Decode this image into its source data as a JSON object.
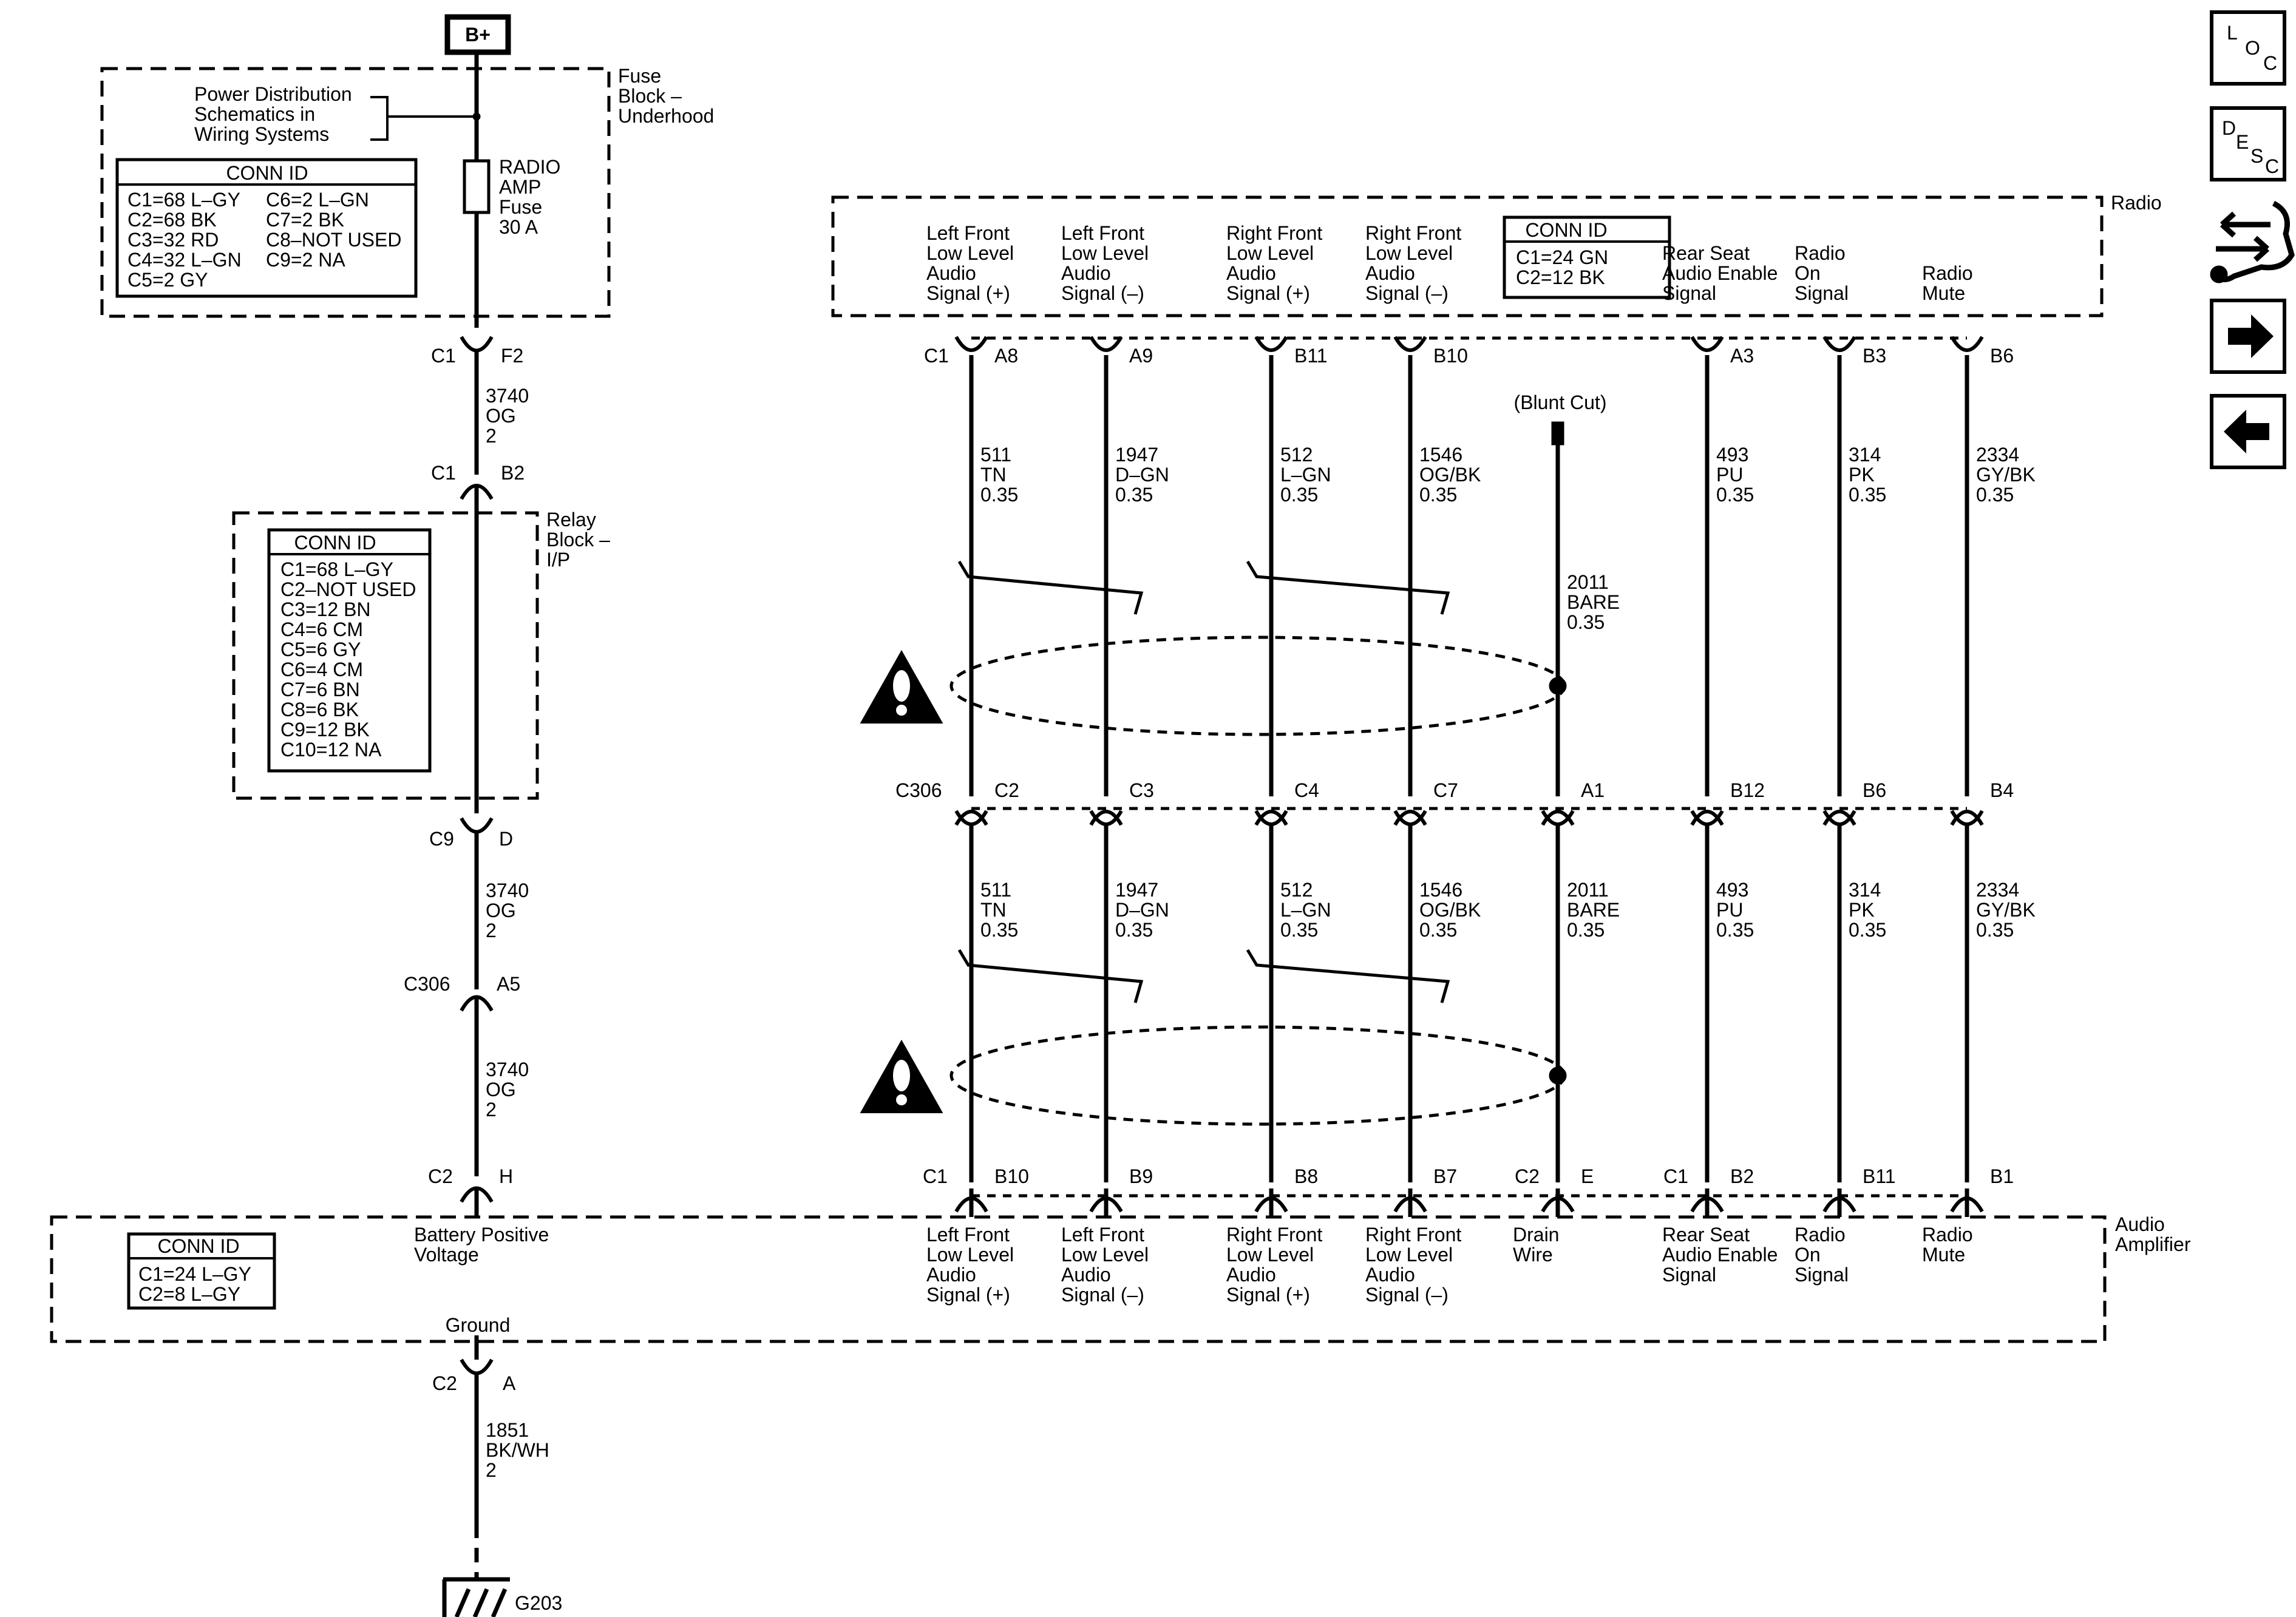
{
  "battery": {
    "label": "B+"
  },
  "fuse_block": {
    "name_lines": [
      "Fuse",
      "Block –",
      "Underhood"
    ],
    "power_ref_lines": [
      "Power Distribution",
      "Schematics in",
      "Wiring Systems"
    ],
    "fuse_lines": [
      "RADIO",
      "AMP",
      "Fuse",
      "30 A"
    ],
    "conn_title": "CONN ID",
    "conn_left": [
      "C1=68 L–GY",
      "C2=68 BK",
      "C3=32 RD",
      "C4=32 L–GN",
      "C5=2 GY"
    ],
    "conn_right": [
      "C6=2 L–GN",
      "C7=2 BK",
      "C8–NOT USED",
      "C9=2 NA"
    ]
  },
  "relay_block": {
    "name_lines": [
      "Relay",
      "Block –",
      "I/P"
    ],
    "conn_title": "CONN ID",
    "conn_lines": [
      "C1=68 L–GY",
      "C2–NOT USED",
      "C3=12 BN",
      "C4=6 CM",
      "C5=6 GY",
      "C6=4 CM",
      "C7=6 BN",
      "C8=6 BK",
      "C9=12 BK",
      "C10=12 NA"
    ]
  },
  "power_circuit": {
    "conn_fb_c": "C1",
    "conn_fb_pin": "F2",
    "wire_1": [
      "3740",
      "OG",
      "2"
    ],
    "conn_rb_in_c": "C1",
    "conn_rb_in_pin": "B2",
    "conn_rb_out_c": "C9",
    "conn_rb_out_pin": "D",
    "wire_2": [
      "3740",
      "OG",
      "2"
    ],
    "conn_c306": "C306",
    "conn_c306_pin": "A5",
    "wire_3": [
      "3740",
      "OG",
      "2"
    ],
    "conn_amp_c": "C2",
    "conn_amp_pin": "H",
    "amp_label_lines": [
      "Battery Positive",
      "Voltage"
    ],
    "ground_label": "Ground",
    "conn_gnd_c": "C2",
    "conn_gnd_pin": "A",
    "wire_gnd": [
      "1851",
      "BK/WH",
      "2"
    ],
    "ground_ref": "G203"
  },
  "radio": {
    "name": "Radio",
    "conn_title": "CONN ID",
    "conn_lines": [
      "C1=24 GN",
      "C2=12 BK"
    ],
    "conn_c1": "C1"
  },
  "amplifier": {
    "name_lines": [
      "Audio",
      "Amplifier"
    ],
    "conn_title": "CONN ID",
    "conn_lines": [
      "C1=24 L–GY",
      "C2=8 L–GY"
    ],
    "conn_c1_label": "C1",
    "conn_c2_label": "C2",
    "conn_c1b_label": "C1"
  },
  "inline": {
    "c306": "C306"
  },
  "blunt_cut": "(Blunt Cut)",
  "circuits": [
    {
      "radio_label": [
        "Left Front",
        "Low Level",
        "Audio",
        "Signal (+)"
      ],
      "radio_pin": "A8",
      "wire_top": [
        "511",
        "TN",
        "0.35"
      ],
      "c306_pin": "C2",
      "wire_bot": [
        "511",
        "TN",
        "0.35"
      ],
      "amp_pin": "B10",
      "amp_label": [
        "Left Front",
        "Low Level",
        "Audio",
        "Signal (+)"
      ]
    },
    {
      "radio_label": [
        "Left Front",
        "Low Level",
        "Audio",
        "Signal (–)"
      ],
      "radio_pin": "A9",
      "wire_top": [
        "1947",
        "D–GN",
        "0.35"
      ],
      "c306_pin": "C3",
      "wire_bot": [
        "1947",
        "D–GN",
        "0.35"
      ],
      "amp_pin": "B9",
      "amp_label": [
        "Left Front",
        "Low Level",
        "Audio",
        "Signal (–)"
      ]
    },
    {
      "radio_label": [
        "Right Front",
        "Low Level",
        "Audio",
        "Signal (+)"
      ],
      "radio_pin": "B11",
      "wire_top": [
        "512",
        "L–GN",
        "0.35"
      ],
      "c306_pin": "C4",
      "wire_bot": [
        "512",
        "L–GN",
        "0.35"
      ],
      "amp_pin": "B8",
      "amp_label": [
        "Right Front",
        "Low Level",
        "Audio",
        "Signal (+)"
      ]
    },
    {
      "radio_label": [
        "Right Front",
        "Low Level",
        "Audio",
        "Signal (–)"
      ],
      "radio_pin": "B10",
      "wire_top": [
        "1546",
        "OG/BK",
        "0.35"
      ],
      "c306_pin": "C7",
      "wire_bot": [
        "1546",
        "OG/BK",
        "0.35"
      ],
      "amp_pin": "B7",
      "amp_label": [
        "Right Front",
        "Low Level",
        "Audio",
        "Signal (–)"
      ]
    },
    {
      "radio_label": [],
      "radio_pin": "",
      "wire_top": [
        "2011",
        "BARE",
        "0.35"
      ],
      "c306_pin": "A1",
      "wire_bot": [
        "2011",
        "BARE",
        "0.35"
      ],
      "amp_pin": "E",
      "amp_label": [
        "Drain",
        "Wire"
      ]
    },
    {
      "radio_label": [
        "Rear Seat",
        "Audio Enable",
        "Signal"
      ],
      "radio_pin": "A3",
      "wire_top": [
        "493",
        "PU",
        "0.35"
      ],
      "c306_pin": "B12",
      "wire_bot": [
        "493",
        "PU",
        "0.35"
      ],
      "amp_pin": "B2",
      "amp_label": [
        "Rear Seat",
        "Audio Enable",
        "Signal"
      ]
    },
    {
      "radio_label": [
        "Radio",
        "On",
        "Signal"
      ],
      "radio_pin": "B3",
      "wire_top": [
        "314",
        "PK",
        "0.35"
      ],
      "c306_pin": "B6",
      "wire_bot": [
        "314",
        "PK",
        "0.35"
      ],
      "amp_pin": "B11",
      "amp_label": [
        "Radio",
        "On",
        "Signal"
      ]
    },
    {
      "radio_label": [
        "Radio",
        "Mute"
      ],
      "radio_pin": "B6",
      "wire_top": [
        "2334",
        "GY/BK",
        "0.35"
      ],
      "c306_pin": "B4",
      "wire_bot": [
        "2334",
        "GY/BK",
        "0.35"
      ],
      "amp_pin": "B1",
      "amp_label": [
        "Radio",
        "Mute"
      ]
    }
  ],
  "nav": {
    "loc": [
      "L",
      "O",
      "C"
    ],
    "desc": [
      "D",
      "E",
      "S",
      "C"
    ],
    "icons": [
      "component-location-icon",
      "description-icon",
      "harness-repair-icon",
      "next-page-icon",
      "previous-page-icon"
    ]
  }
}
